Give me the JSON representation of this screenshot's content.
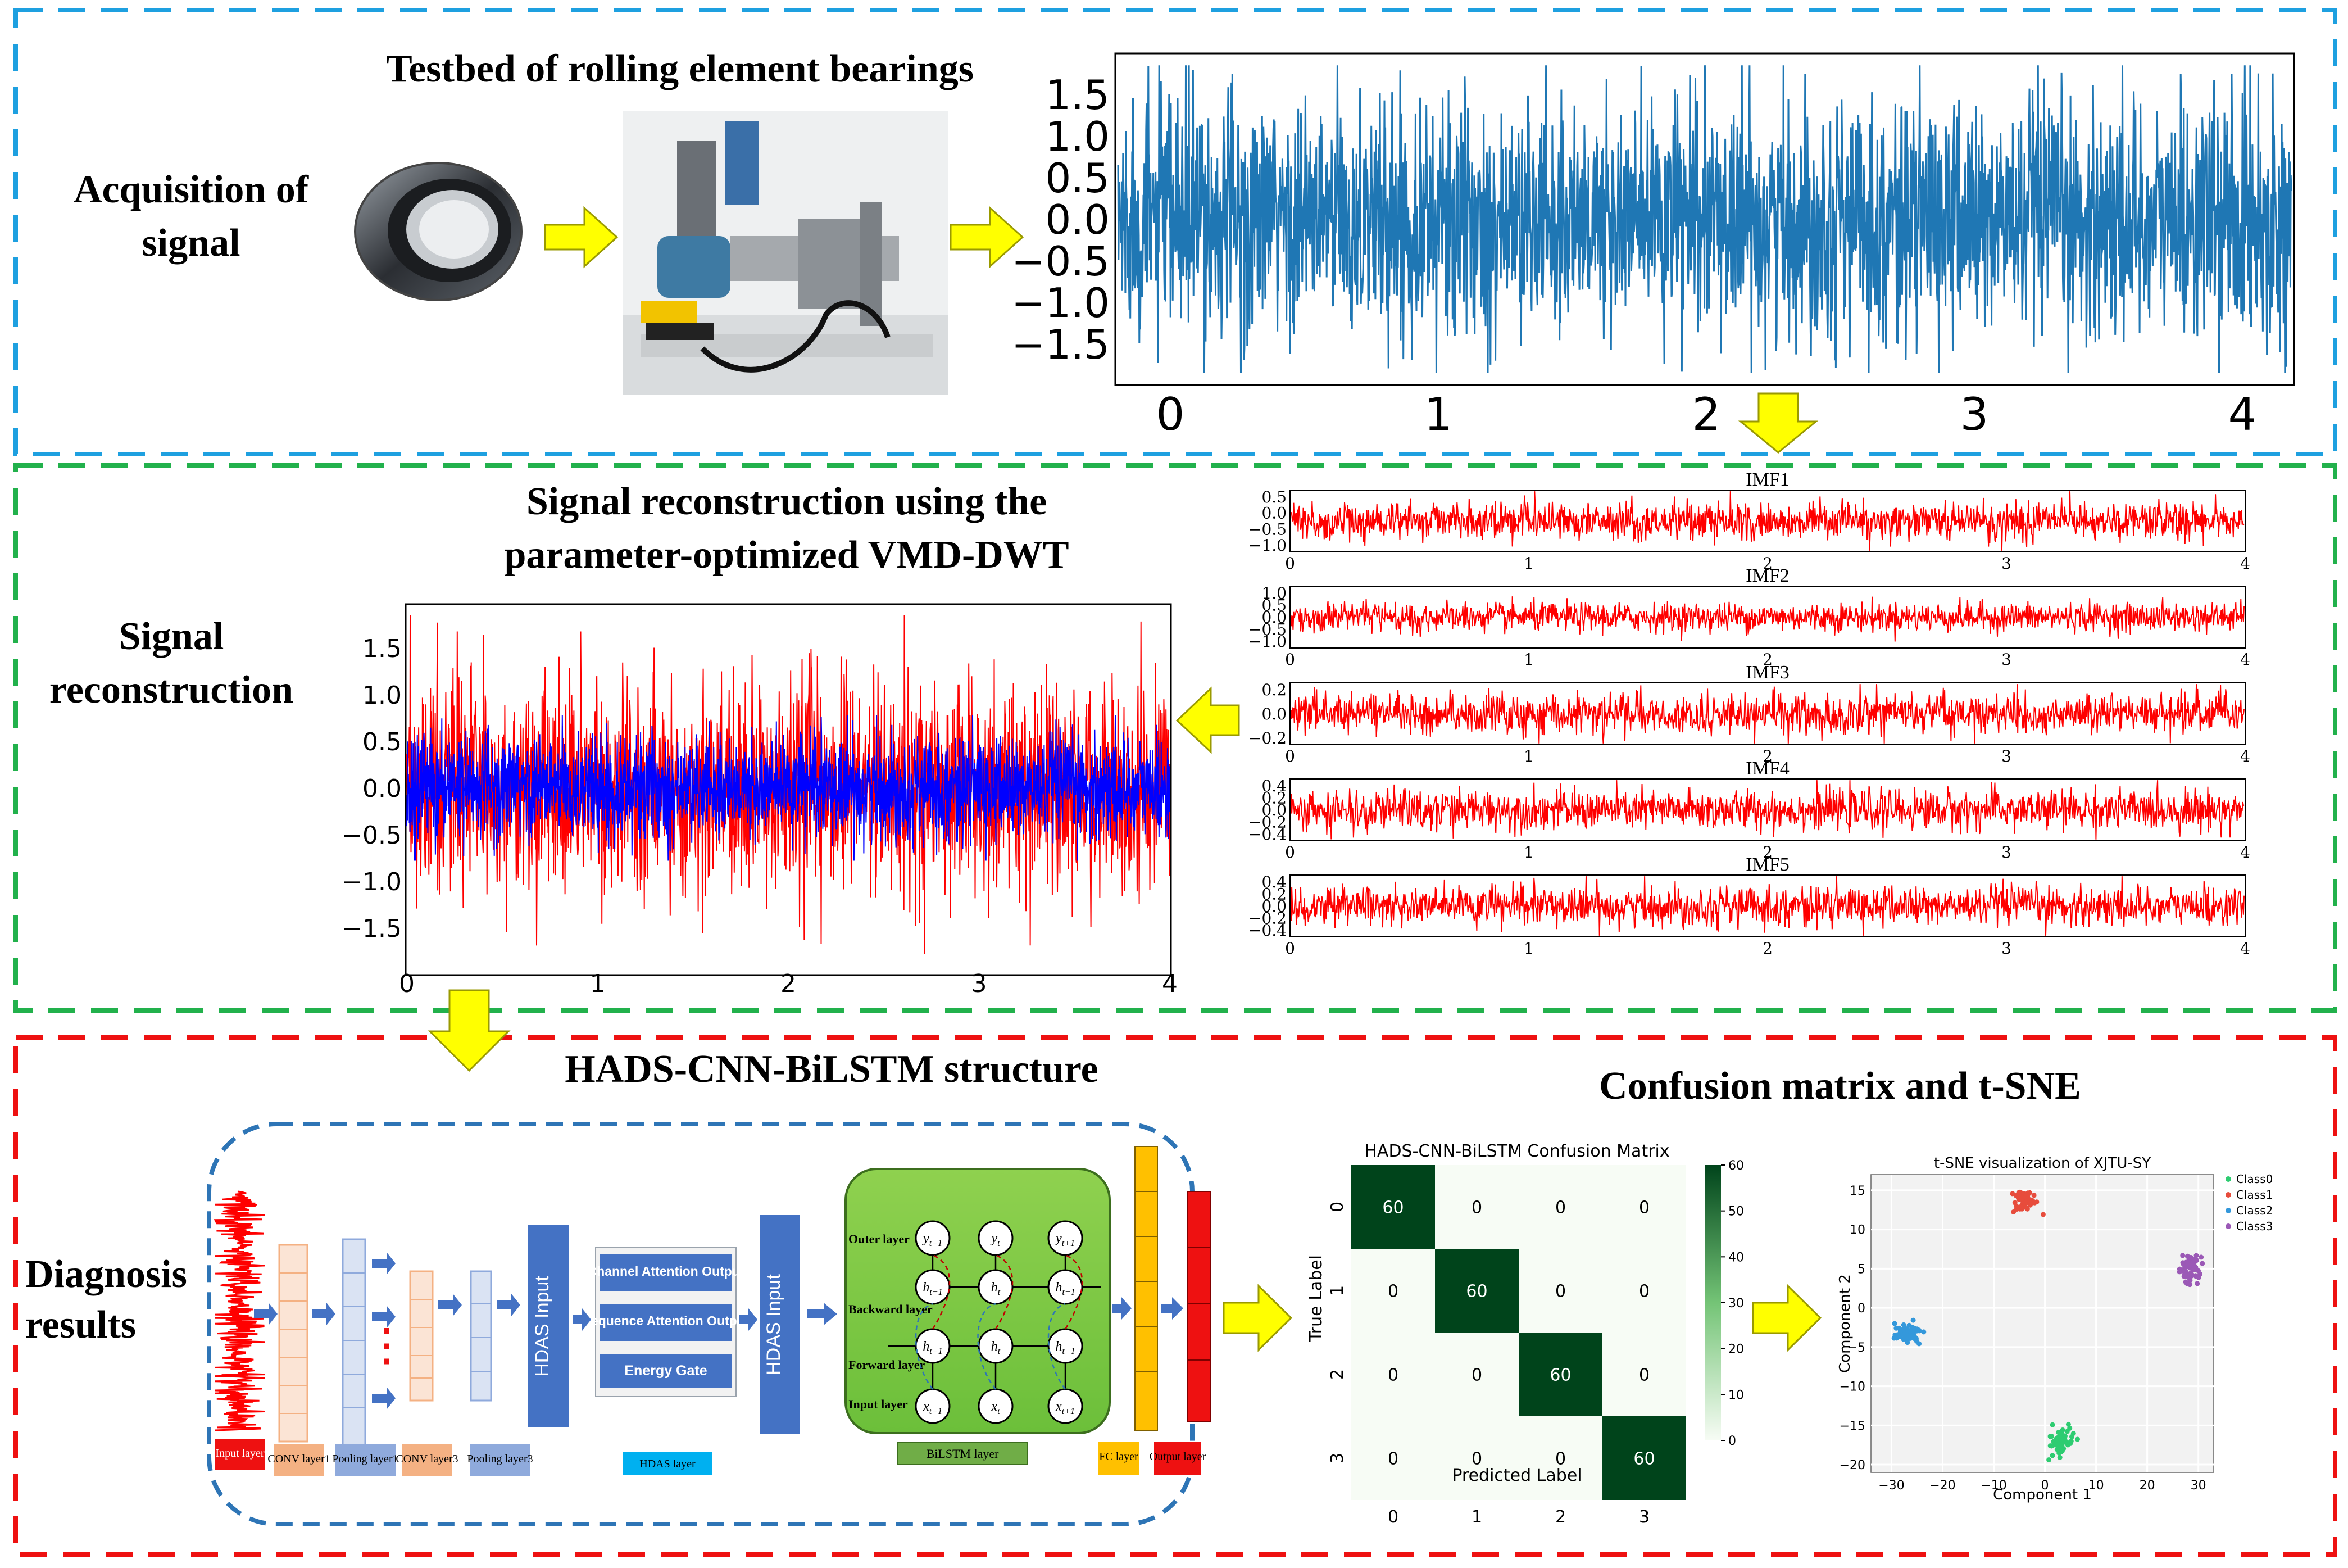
{
  "sections": {
    "acquisition": {
      "label_line1": "Acquisition of",
      "label_line2": "signal",
      "testbed_title": "Testbed of rolling element bearings",
      "raw_signal": {
        "y_ticks": [
          "1.5",
          "1.0",
          "0.5",
          "0.0",
          "−0.5",
          "−1.0",
          "−1.5"
        ],
        "x_ticks": [
          "0",
          "1",
          "2",
          "3",
          "4"
        ],
        "color": "#1f77b4"
      }
    },
    "reconstruction": {
      "label_line1": "Signal",
      "label_line2": "reconstruction",
      "title_line1": "Signal reconstruction using the",
      "title_line2": "parameter-optimized VMD-DWT",
      "recon_plot": {
        "y_ticks": [
          "1.5",
          "1.0",
          "0.5",
          "0.0",
          "−0.5",
          "−1.0",
          "−1.5"
        ],
        "x_ticks": [
          "0",
          "1",
          "2",
          "3",
          "4"
        ],
        "color_original": "#ff0000",
        "color_reconstructed": "#0000ff"
      },
      "imfs": [
        {
          "name": "IMF1",
          "y_ticks": [
            "0.5",
            "0.0",
            "−0.5",
            "−1.0"
          ]
        },
        {
          "name": "IMF2",
          "y_ticks": [
            "1.0",
            "0.5",
            "0.0",
            "−0.5",
            "−1.0"
          ]
        },
        {
          "name": "IMF3",
          "y_ticks": [
            "0.2",
            "0.0",
            "−0.2"
          ]
        },
        {
          "name": "IMF4",
          "y_ticks": [
            "0.4",
            "0.2",
            "0.0",
            "−0.2",
            "−0.4"
          ]
        },
        {
          "name": "IMF5",
          "y_ticks": [
            "0.4",
            "0.2",
            "0.0",
            "−0.2",
            "−0.4"
          ]
        }
      ],
      "imf_x_ticks": [
        "0",
        "1",
        "2",
        "3",
        "4"
      ]
    },
    "diagnosis": {
      "label_line1": "Diagnosis",
      "label_line2": "results",
      "structure_title": "HADS-CNN-BiLSTM structure",
      "results_title": "Confusion matrix and t-SNE",
      "network": {
        "input_layer": "Input layer",
        "conv1": "CONV layer1",
        "pool1": "Pooling layer1",
        "conv3": "CONV layer3",
        "pool3": "Pooling layer3",
        "hdas_input": "HDAS Input",
        "channel_attention": "Channel Attention Output",
        "sequence_attention": "Sequence Attention Output",
        "energy_gate": "Energy Gate",
        "hdas_layer": "HDAS layer",
        "outer_layer": "Outer layer",
        "backward_layer": "Backward layer",
        "forward_layer": "Forward layer",
        "input_layer_lstm": "Input layer",
        "bilstm_layer": "BiLSTM layer",
        "fc_layer": "FC layer",
        "output_layer": "Output layer",
        "dots": "⋮"
      }
    }
  },
  "chart_data": [
    {
      "type": "heatmap",
      "title": "HADS-CNN-BiLSTM Confusion Matrix",
      "xlabel": "Predicted Label",
      "ylabel": "True Label",
      "x_categories": [
        "0",
        "1",
        "2",
        "3"
      ],
      "y_categories": [
        "0",
        "1",
        "2",
        "3"
      ],
      "values": [
        [
          60,
          0,
          0,
          0
        ],
        [
          0,
          60,
          0,
          0
        ],
        [
          0,
          0,
          60,
          0
        ],
        [
          0,
          0,
          0,
          60
        ]
      ],
      "colorbar_ticks": [
        "0",
        "10",
        "20",
        "30",
        "40",
        "50",
        "60"
      ],
      "colors": {
        "high": "#00441b",
        "low": "#f7fcf5"
      }
    },
    {
      "type": "scatter",
      "title": "t-SNE  visualization of XJTU-SY",
      "xlabel": "Component  1",
      "ylabel": "Component  2",
      "x_ticks": [
        "−30",
        "−20",
        "−10",
        "0",
        "10",
        "20",
        "30"
      ],
      "y_ticks": [
        "15",
        "10",
        "5",
        "0",
        "−5",
        "−10",
        "−15",
        "−20"
      ],
      "xlim": [
        -34,
        33
      ],
      "ylim": [
        -21,
        17
      ],
      "grid": true,
      "legend_position": "top-right",
      "series": [
        {
          "name": "Class0",
          "color": "#2ecc71",
          "center": [
            3,
            -17
          ],
          "spread": [
            2.2,
            1.6
          ]
        },
        {
          "name": "Class1",
          "color": "#e74c3c",
          "center": [
            -4,
            13.6
          ],
          "spread": [
            2.0,
            1.3
          ]
        },
        {
          "name": "Class2",
          "color": "#3498db",
          "center": [
            -27,
            -3.2
          ],
          "spread": [
            2.4,
            1.3
          ]
        },
        {
          "name": "Class3",
          "color": "#9b59b6",
          "center": [
            28.5,
            5.0
          ],
          "spread": [
            1.6,
            1.8
          ]
        }
      ]
    }
  ]
}
